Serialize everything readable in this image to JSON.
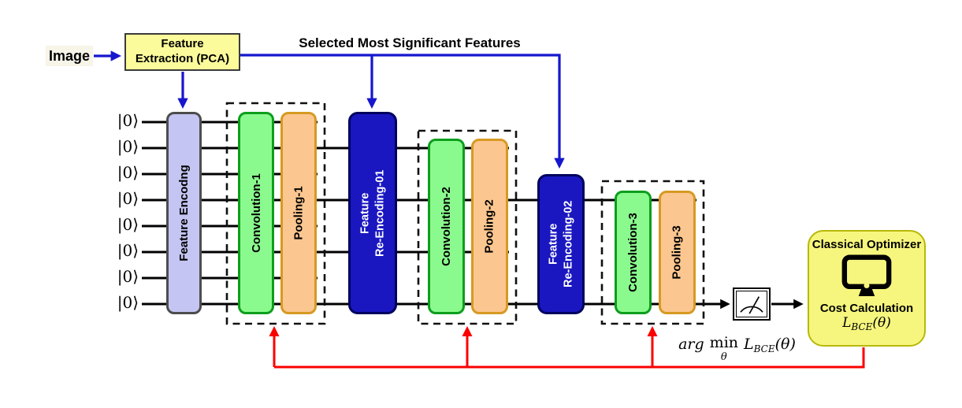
{
  "diagram": {
    "input_label": "Image",
    "feature_extraction": {
      "line1": "Feature",
      "line2": "Extraction (PCA)"
    },
    "selected_features_label": "Selected Most Significant Features",
    "qubit_labels": [
      "|0⟩",
      "|0⟩",
      "|0⟩",
      "|0⟩",
      "|0⟩",
      "|0⟩",
      "|0⟩",
      "|0⟩"
    ],
    "stages": {
      "feature_encoding": "Feature Encodng",
      "convolution_1": "Convolution-1",
      "pooling_1": "Pooling-1",
      "feature_reencoding_01": {
        "line1": "Feature",
        "line2": "Re-Encoding-01"
      },
      "convolution_2": "Convolution-2",
      "pooling_2": "Pooling-2",
      "feature_reencoding_02": {
        "line1": "Feature",
        "line2": "Re-Encoding-02"
      },
      "convolution_3": "Convolution-3",
      "pooling_3": "Pooling-3"
    },
    "measurement": {
      "icon": "measurement-gauge-icon"
    },
    "optimizer": {
      "title": "Classical Optimizer",
      "icon": "computer-monitor-icon",
      "cost_label": "Cost Calculation",
      "loss": {
        "L": "L",
        "sub": "BCE",
        "args": "(θ)"
      }
    },
    "objective": {
      "arg": "arg",
      "min": "min",
      "min_sub": "θ",
      "loss": {
        "L": "L",
        "sub": "BCE",
        "args": "(θ)"
      }
    },
    "colors": {
      "flow_blue": "#1616CE",
      "feedback_red": "#FB0000",
      "wire_black": "#000000",
      "extraction_fill": "#FBFB9B",
      "encoding_fill": "#C5C5F3",
      "convolution_fill": "#8BFA8E",
      "convolution_border": "#0C9E1C",
      "pooling_fill": "#FCC690",
      "pooling_border": "#D69A22",
      "reencoding_fill": "#1A17C0",
      "optimizer_fill": "#F6F67E",
      "optimizer_border": "#B8B80A"
    }
  }
}
